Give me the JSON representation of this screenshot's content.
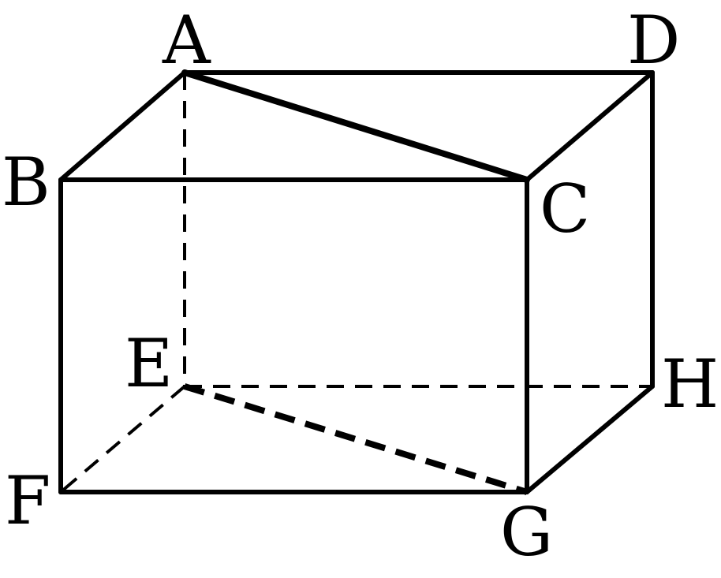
{
  "diagram": {
    "type": "rectangular-prism",
    "colors": {
      "line": "#000000",
      "background": "#ffffff"
    },
    "vertices": {
      "A": "A",
      "B": "B",
      "C": "C",
      "D": "D",
      "E": "E",
      "F": "F",
      "G": "G",
      "H": "H"
    },
    "solid_edges": [
      [
        "A",
        "D"
      ],
      [
        "A",
        "B"
      ],
      [
        "D",
        "C"
      ],
      [
        "B",
        "C"
      ],
      [
        "B",
        "F"
      ],
      [
        "C",
        "G"
      ],
      [
        "D",
        "H"
      ],
      [
        "F",
        "G"
      ],
      [
        "G",
        "H"
      ]
    ],
    "hidden_edges": [
      [
        "A",
        "E"
      ],
      [
        "E",
        "F"
      ],
      [
        "E",
        "H"
      ]
    ],
    "emphasized_segments": [
      {
        "from": "A",
        "to": "C",
        "style": "solid"
      },
      {
        "from": "E",
        "to": "G",
        "style": "dashed"
      }
    ]
  }
}
